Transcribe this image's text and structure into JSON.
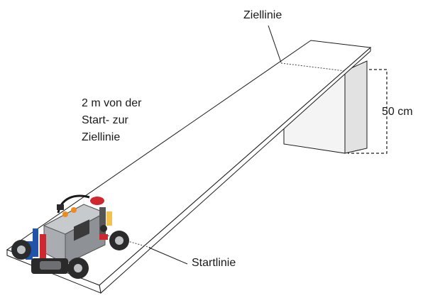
{
  "labels": {
    "finish_line": "Ziellinie",
    "distance": [
      "2 m von der",
      "Start- zur",
      "Ziellinie"
    ],
    "height": "50 cm",
    "start_line": "Startlinie"
  },
  "colors": {
    "line": "#1a1a1a",
    "ramp_fill": "#ffffff",
    "box_front": "#f4f4f4",
    "box_side": "#e2e2e2",
    "hub_body": "#a9adb1",
    "tire": "#2b2b2b",
    "beam_red": "#d0262d",
    "beam_blue": "#2353a8",
    "accent_orange": "#f08a1c"
  },
  "icons": [
    "robot-vehicle-icon"
  ]
}
